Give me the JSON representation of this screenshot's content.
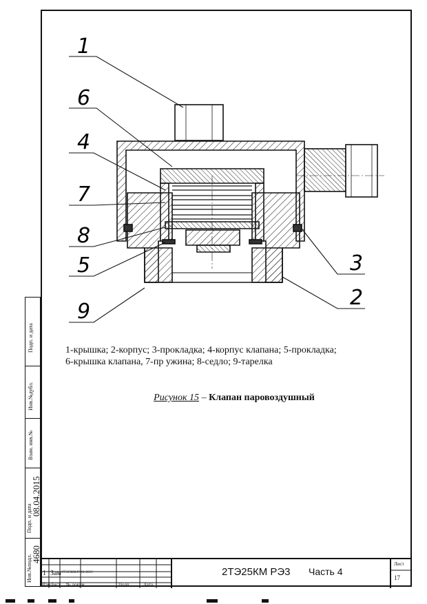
{
  "drawing": {
    "callouts": [
      "1",
      "6",
      "4",
      "7",
      "8",
      "5",
      "9",
      "3",
      "2"
    ]
  },
  "legend": {
    "line1": "1-крышка; 2-корпус; 3-прокладка; 4-корпус клапана; 5-прокладка;",
    "line2": "6-крышка клапана, 7-пр ужина; 8-седло; 9-тарелка"
  },
  "caption": {
    "figure": "Рисунок 15",
    "dash": " – ",
    "title": "Клапан паровоздушный"
  },
  "sidebar": {
    "labels": [
      "Подп. и дата",
      "Инв.№дубл.",
      "Взам. инв.№",
      "Подп. и дата",
      "Инв.№подл."
    ],
    "date": "08.04.2015",
    "inv": "4680"
  },
  "stamp": {
    "izm_val": "1",
    "zam_val": "Зам",
    "doc_small": "2ТЭ25КМ.РЭ01-2015",
    "h_izm": "Изм",
    "h_list": "Лист",
    "h_docnum": "№ докум.",
    "h_podp": "Подп.",
    "h_data": "Дата",
    "docnum": "2ТЭ25КМ  РЭ3",
    "part": "Часть 4",
    "sheet_label": "Лист",
    "sheet": "17"
  }
}
